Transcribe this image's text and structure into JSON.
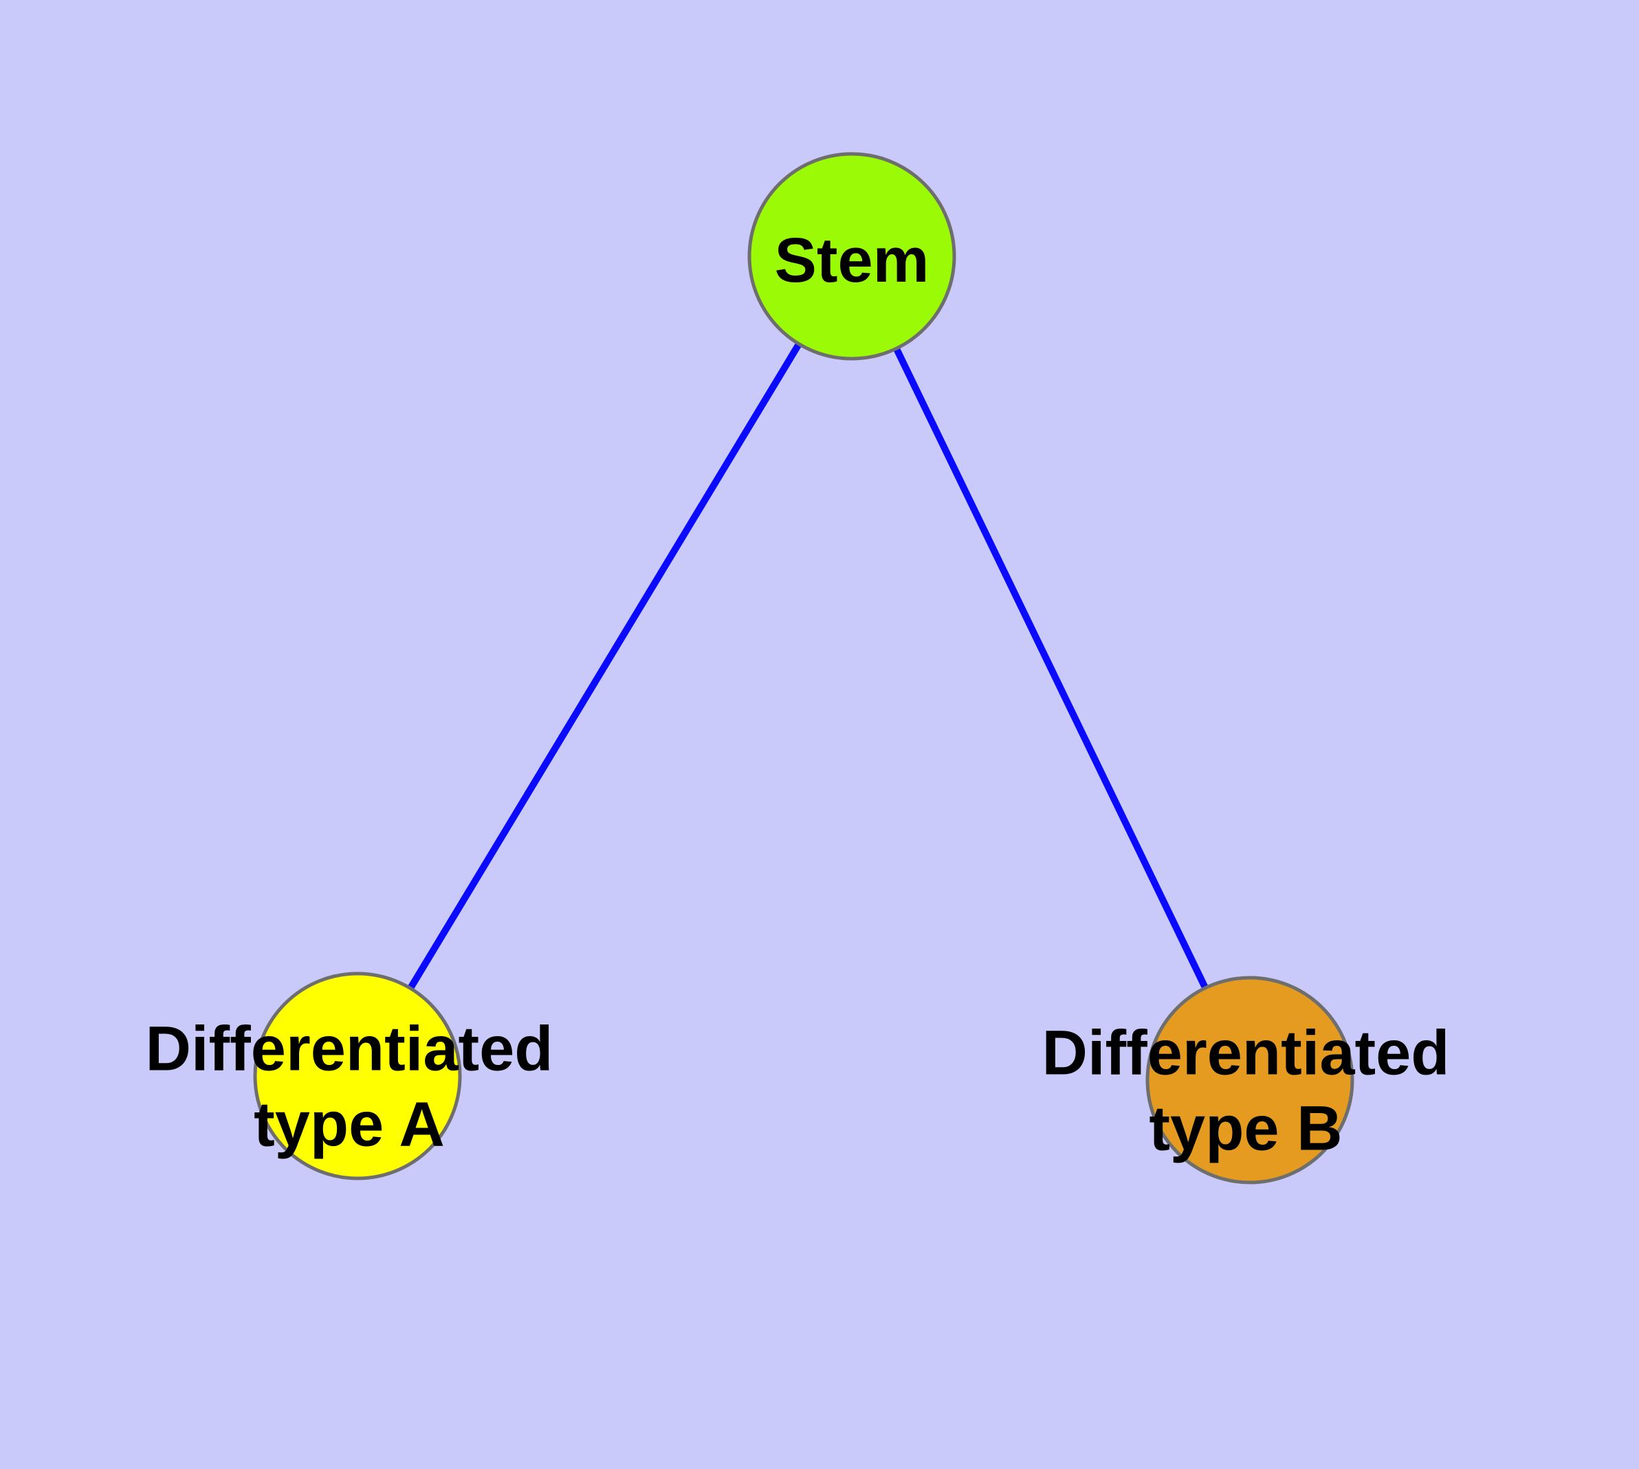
{
  "diagram": {
    "type": "node-link-diagram",
    "nodes": [
      {
        "id": "stem",
        "label": "Stem",
        "fill": "#9BFA05"
      },
      {
        "id": "type-a",
        "label": "Differentiated\ntype A",
        "fill": "#FFFF00"
      },
      {
        "id": "type-b",
        "label": "Differentiated\ntype B",
        "fill": "#E49B20"
      }
    ],
    "edges": [
      {
        "from": "Stem",
        "to": "Differentiated type A"
      },
      {
        "from": "Stem",
        "to": "Differentiated type B"
      }
    ]
  },
  "colors": {
    "background": "#C9C9FA",
    "edge": "#0A0AFF",
    "node_border": "#6E6E6E",
    "text": "#000000"
  }
}
